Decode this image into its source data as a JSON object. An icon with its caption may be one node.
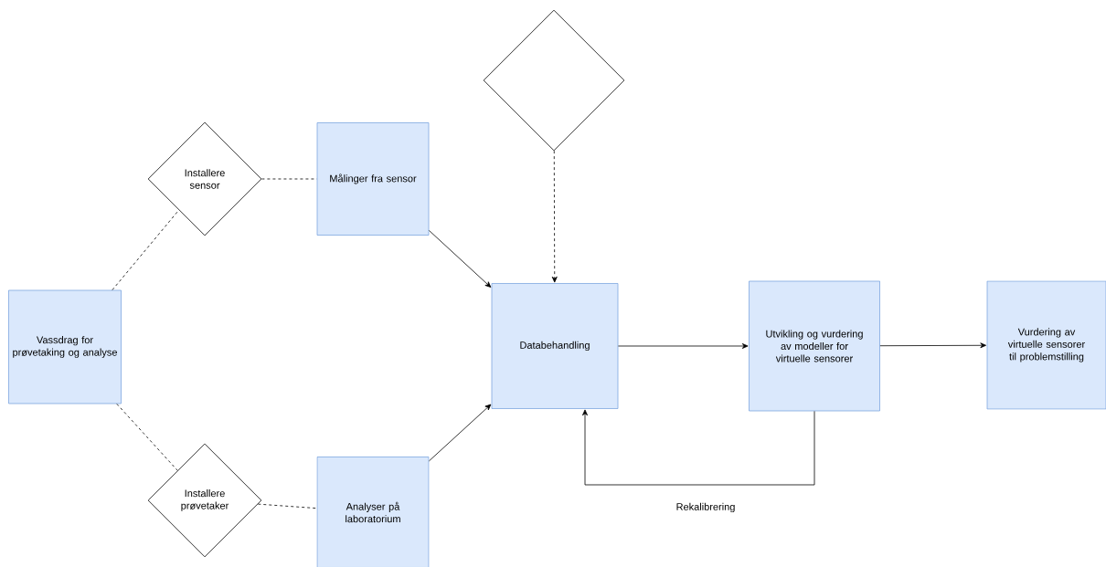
{
  "diagram": {
    "nodes": [
      {
        "text": [
          "Vassdrag for prøvetaking og analyse"
        ]
      },
      {
        "text": [
          "Installere sensor"
        ]
      },
      {
        "text": [
          "Målinger fra sensor"
        ]
      },
      {
        "text": [],
        "shape": "diamond"
      },
      {
        "text": [
          "Databehandling"
        ]
      },
      {
        "text": [
          "Installere prøvetaker"
        ]
      },
      {
        "text": [
          "Analyser på laboratorium"
        ]
      },
      {
        "text": [
          "Utvikling og vurdering av modeller for virtuelle sensorer"
        ]
      },
      {
        "text": [
          "Vurdering av virtuelle sensorer til problemstilling"
        ]
      }
    ],
    "edges": [
      {
        "from": 0,
        "to": 1,
        "arrow": "none",
        "style": "dashed"
      },
      {
        "from": 1,
        "to": 2,
        "arrow": "none",
        "style": "dashed"
      },
      {
        "from": 0,
        "to": 5,
        "arrow": "none",
        "style": "dashed"
      },
      {
        "from": 5,
        "to": 6,
        "arrow": "none",
        "style": "dashed"
      },
      {
        "from": 2,
        "to": 4,
        "arrow": "to"
      },
      {
        "from": 6,
        "to": 4,
        "arrow": "to"
      },
      {
        "from": 3,
        "to": 4,
        "arrow": "to",
        "style": "dashed"
      },
      {
        "from": 4,
        "to": 7,
        "arrow": "to"
      },
      {
        "from": 7,
        "to": 8,
        "arrow": "to"
      },
      {
        "from": 7,
        "to": 4,
        "arrow": "to",
        "label": "Rekalibrering"
      }
    ]
  }
}
